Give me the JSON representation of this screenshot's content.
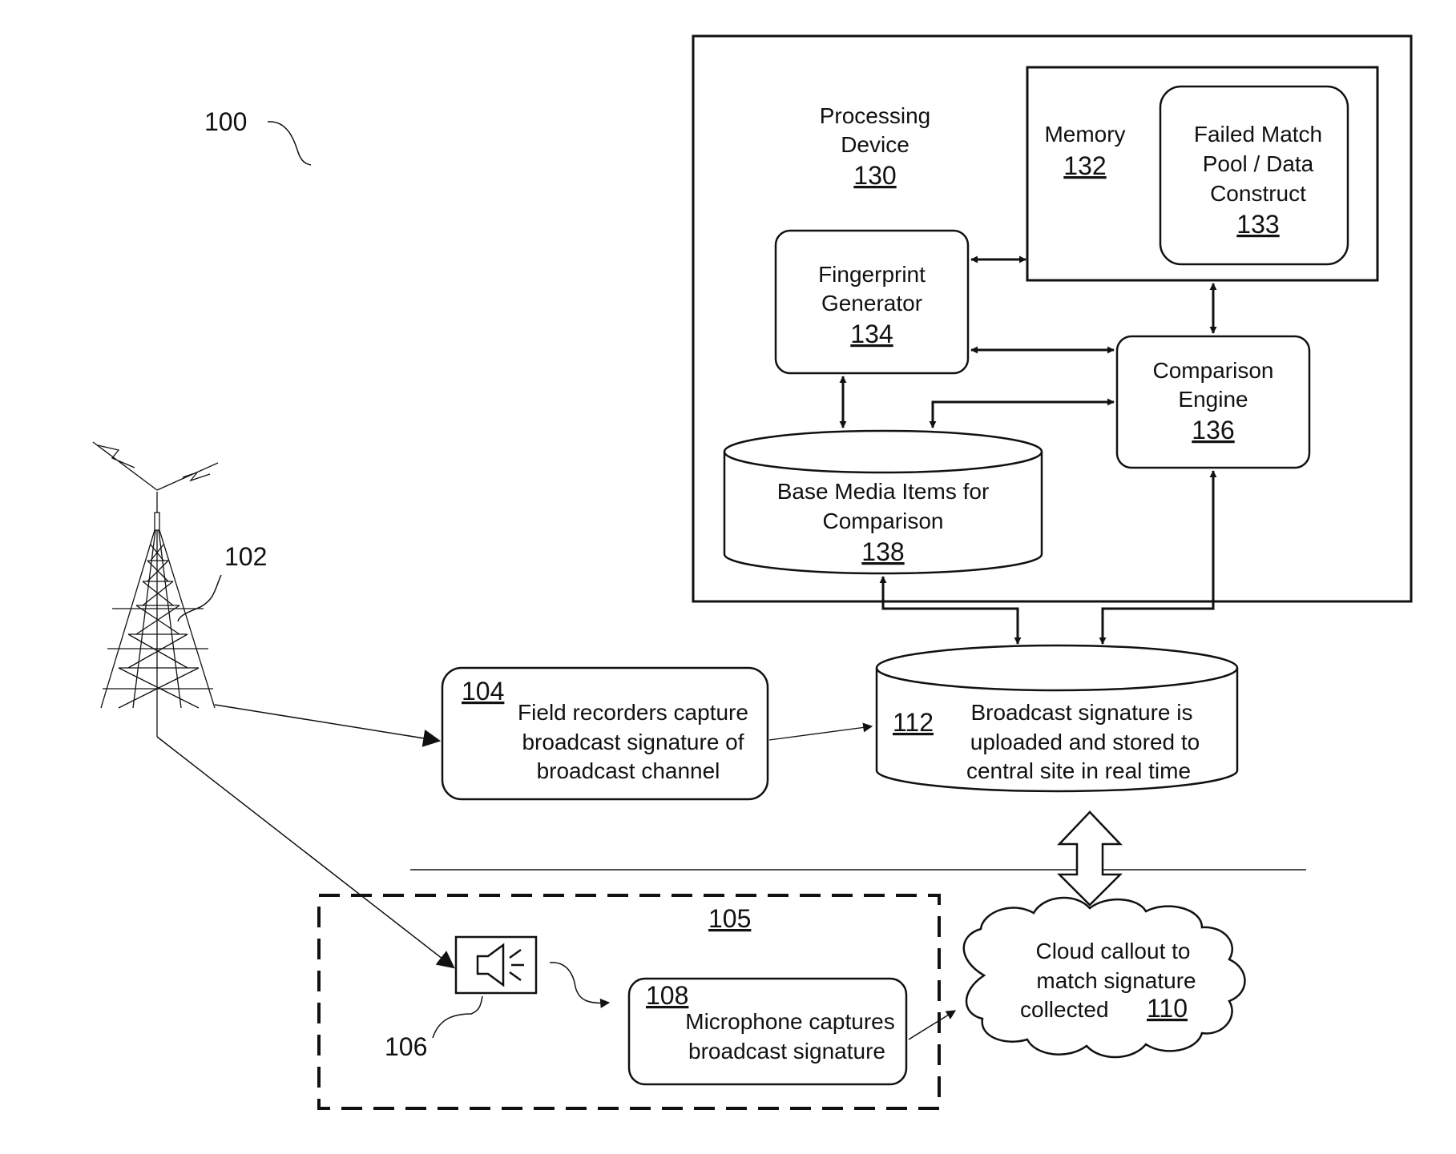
{
  "figure_ref": "100",
  "tower": {
    "ref": "102"
  },
  "processing_device": {
    "line1": "Processing",
    "line2": "Device",
    "ref": "130"
  },
  "memory": {
    "line1": "Memory",
    "ref": "132"
  },
  "failed_match": {
    "line1": "Failed Match",
    "line2": "Pool / Data",
    "line3": "Construct",
    "ref": "133"
  },
  "fingerprint": {
    "line1": "Fingerprint",
    "line2": "Generator",
    "ref": "134"
  },
  "comparison": {
    "line1": "Comparison",
    "line2": "Engine",
    "ref": "136"
  },
  "base_media": {
    "line1": "Base Media Items for",
    "line2": "Comparison",
    "ref": "138"
  },
  "field_recorders": {
    "ref": "104",
    "line1": "Field recorders capture",
    "line2": "broadcast signature of",
    "line3": "broadcast channel"
  },
  "central_site": {
    "ref": "112",
    "line1": "Broadcast signature is",
    "line2": "uploaded and stored to",
    "line3": "central site in real time"
  },
  "local_group": {
    "ref": "105"
  },
  "speaker": {
    "ref": "106"
  },
  "microphone": {
    "ref": "108",
    "line1": "Microphone captures",
    "line2": "broadcast signature"
  },
  "cloud": {
    "line1": "Cloud callout to",
    "line2": "match signature",
    "line3": "collected",
    "ref": "110"
  }
}
